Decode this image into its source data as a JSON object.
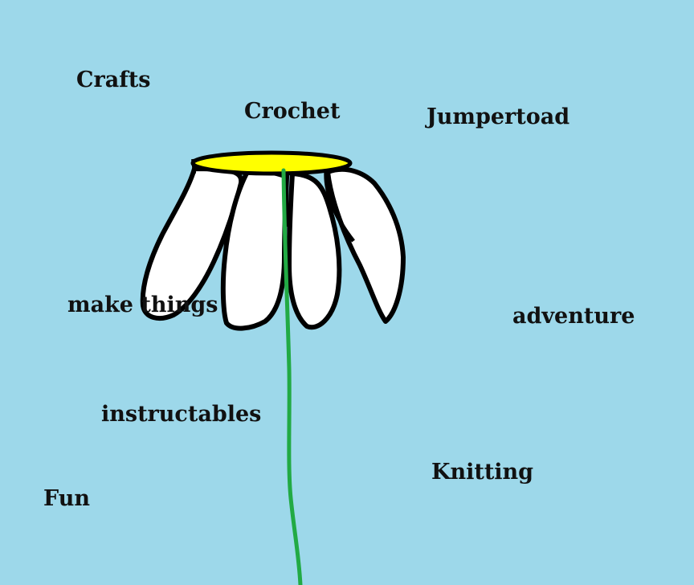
{
  "background_color": "#9dd8ea",
  "flower": {
    "center_color": "#ffff00",
    "petal_color": "#ffffff",
    "outline_color": "#000000",
    "stem_color": "#22aa44"
  },
  "words": {
    "crafts": "Crafts",
    "crochet": "Crochet",
    "jumpertoad": "Jumpertoad",
    "make_things": "make things",
    "adventure": "adventure",
    "instructables": "instructables",
    "knitting": "Knitting",
    "fun": "Fun"
  }
}
